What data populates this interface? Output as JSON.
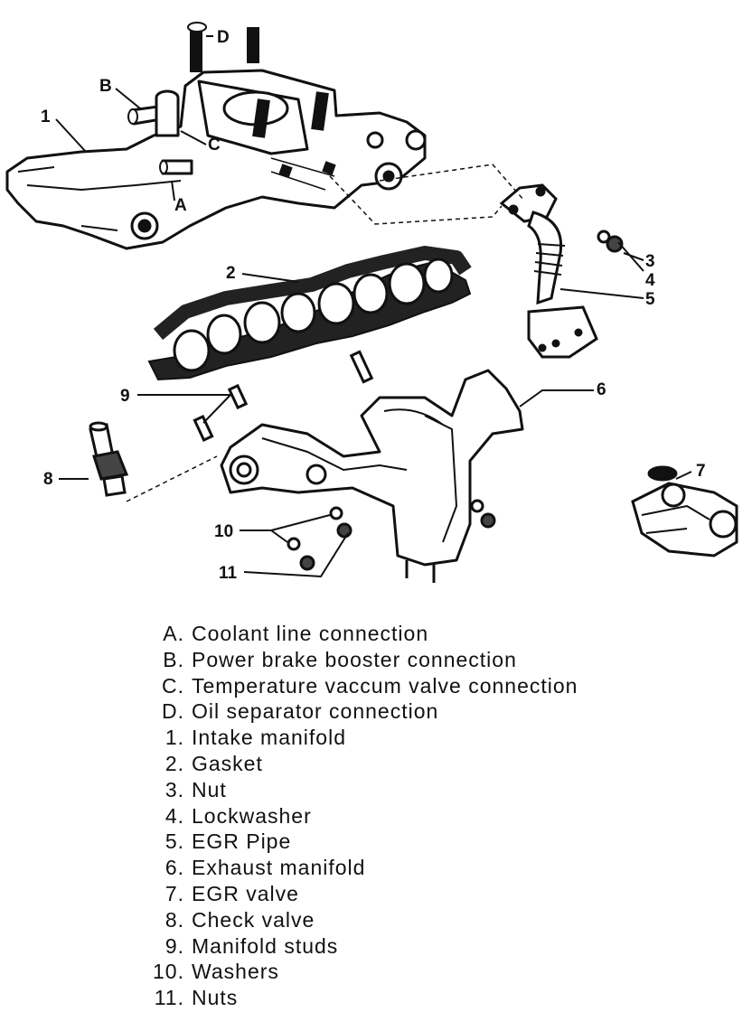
{
  "diagram": {
    "callouts": {
      "A": "A",
      "B": "B",
      "C": "C",
      "D": "D",
      "n1": "1",
      "n2": "2",
      "n3": "3",
      "n4": "4",
      "n5": "5",
      "n6": "6",
      "n7": "7",
      "n8": "8",
      "n9": "9",
      "n10": "10",
      "n11": "11"
    }
  },
  "legend": [
    {
      "key": "A.",
      "text": "Coolant line connection"
    },
    {
      "key": "B.",
      "text": "Power brake booster connection"
    },
    {
      "key": "C.",
      "text": "Temperature vaccum valve connection"
    },
    {
      "key": "D.",
      "text": "Oil separator connection"
    },
    {
      "key": "1.",
      "text": "Intake manifold"
    },
    {
      "key": "2.",
      "text": "Gasket"
    },
    {
      "key": "3.",
      "text": "Nut"
    },
    {
      "key": "4.",
      "text": "Lockwasher"
    },
    {
      "key": "5.",
      "text": "EGR Pipe"
    },
    {
      "key": "6.",
      "text": "Exhaust manifold"
    },
    {
      "key": "7.",
      "text": "EGR valve"
    },
    {
      "key": "8.",
      "text": "Check valve"
    },
    {
      "key": "9.",
      "text": "Manifold studs"
    },
    {
      "key": "10.",
      "text": "Washers"
    },
    {
      "key": "11.",
      "text": "Nuts"
    }
  ]
}
